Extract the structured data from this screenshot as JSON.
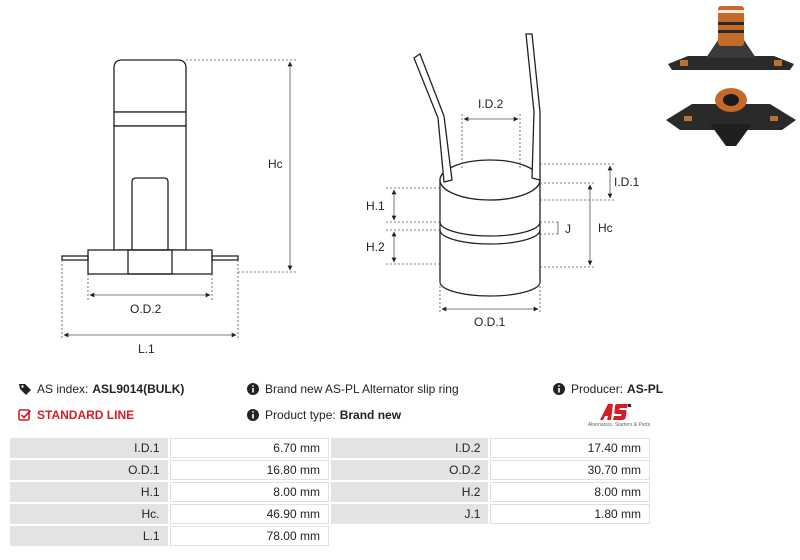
{
  "drawing": {
    "labels": {
      "hc_left": "Hc",
      "od2": "O.D.2",
      "l1": "L.1",
      "id2": "I.D.2",
      "id1": "I.D.1",
      "h1": "H.1",
      "h2": "H.2",
      "j": "J",
      "hc_right": "Hc",
      "od1": "O.D.1"
    }
  },
  "info": {
    "as_index_label": "AS index:",
    "as_index_value": "ASL9014(BULK)",
    "standard_line": "STANDARD LINE",
    "description": "Brand new AS-PL Alternator slip ring",
    "product_type_label": "Product type:",
    "product_type_value": "Brand new",
    "producer_label": "Producer:",
    "producer_value": "AS-PL"
  },
  "logo": {
    "tagline": "Alternators, Starters & Parts",
    "colors": {
      "red": "#d21f26",
      "dark": "#222222"
    }
  },
  "specs": [
    {
      "k1": "I.D.1",
      "v1": "6.70 mm",
      "k2": "I.D.2",
      "v2": "17.40 mm"
    },
    {
      "k1": "O.D.1",
      "v1": "16.80 mm",
      "k2": "O.D.2",
      "v2": "30.70 mm"
    },
    {
      "k1": "H.1",
      "v1": "8.00 mm",
      "k2": "H.2",
      "v2": "8.00 mm"
    },
    {
      "k1": "Hc.",
      "v1": "46.90 mm",
      "k2": "J.1",
      "v2": "1.80 mm"
    },
    {
      "k1": "L.1",
      "v1": "78.00 mm",
      "k2": "",
      "v2": ""
    }
  ]
}
